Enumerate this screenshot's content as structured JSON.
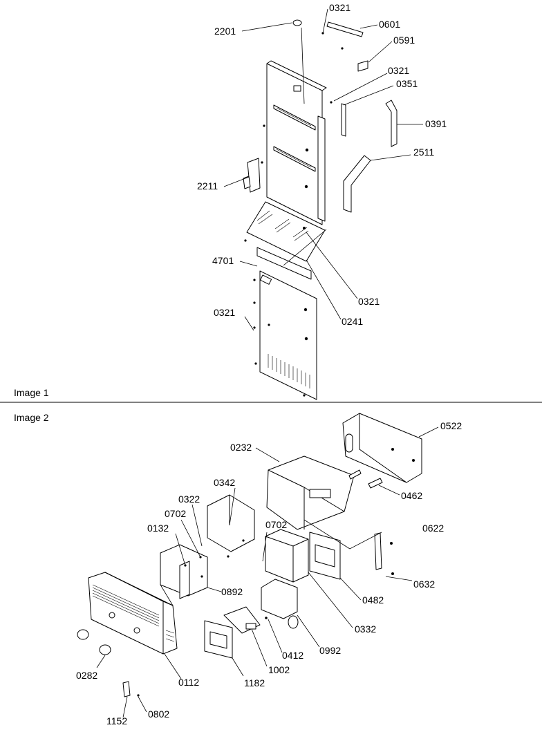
{
  "sections": {
    "image1": {
      "title": "Image 1"
    },
    "image2": {
      "title": "Image 2"
    }
  },
  "callouts": {
    "c2201": "2201",
    "c0321a": "0321",
    "c0601": "0601",
    "c0591": "0591",
    "c0321b": "0321",
    "c0351": "0351",
    "c0391": "0391",
    "c2511": "2511",
    "c2211": "2211",
    "c4701": "4701",
    "c0321c": "0321",
    "c0321d": "0321",
    "c0241": "0241",
    "c0522": "0522",
    "c0232": "0232",
    "c0462": "0462",
    "c0342": "0342",
    "c0322": "0322",
    "c0702a": "0702",
    "c0702b": "0702",
    "c0132": "0132",
    "c0622": "0622",
    "c0632": "0632",
    "c0892": "0892",
    "c0482": "0482",
    "c0332": "0332",
    "c0992": "0992",
    "c0412": "0412",
    "c1002": "1002",
    "c0282": "0282",
    "c0112": "0112",
    "c1182": "1182",
    "c1152": "1152",
    "c0802": "0802"
  }
}
